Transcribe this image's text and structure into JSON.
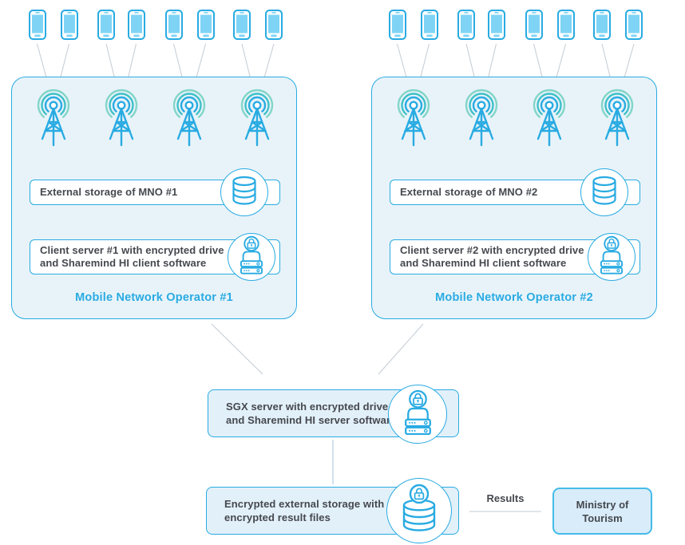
{
  "colors": {
    "accent": "#29abe2",
    "accent_bright": "#45bbea",
    "teal_mid": "#3fc0c8",
    "teal_light": "#82d5c8",
    "phone_screen": "#7fd4f5",
    "panel_fill": "#e8f3f9",
    "box_fill": "#e2f0f9",
    "ministry_fill": "#d8ecf9",
    "text": "#45484e",
    "wire": "#c2cbd4",
    "wire_vertical": "#a4c6de"
  },
  "mnos": [
    {
      "storage_label": "External storage of MNO #1",
      "client_line1": "Client server #1 with encrypted drive",
      "client_line2": "and Sharemind HI client software",
      "caption": "Mobile Network Operator #1",
      "phones": 8,
      "towers": 4
    },
    {
      "storage_label": "External storage of MNO #2",
      "client_line1": "Client server #2 with encrypted drive",
      "client_line2": "and Sharemind HI client software",
      "caption": "Mobile Network Operator #2",
      "phones": 8,
      "towers": 4
    }
  ],
  "sgx_server": {
    "line1": "SGX server with encrypted drive",
    "line2": "and Sharemind HI server software"
  },
  "encrypted_storage": {
    "line1": "Encrypted external storage with",
    "line2": "encrypted result files"
  },
  "results_label": "Results",
  "ministry": {
    "line1": "Ministry of",
    "line2": "Tourism"
  },
  "icons": {
    "smartphone-icon": "phone outline with blue screen",
    "cell-tower-icon": "lattice tower with radio waves",
    "database-icon": "stacked cylinder database",
    "encrypted-server-icon": "server rack with padlock badge",
    "encrypted-database-icon": "database cylinder with padlock badge"
  }
}
